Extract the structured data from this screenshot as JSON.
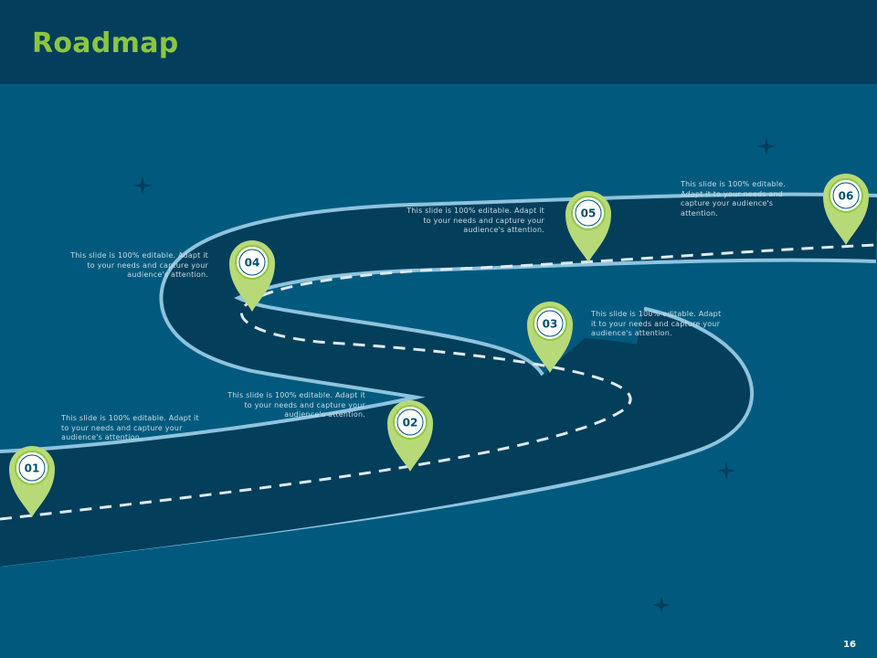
{
  "slide": {
    "title": "Roadmap",
    "page_number": "16"
  },
  "colors": {
    "background": "#015a7e",
    "header": "#033f5c",
    "road": "#033e5b",
    "road_edge": "#8ec3dd",
    "accent": "#8dc63f",
    "pin_green": "#b8d977"
  },
  "milestones": [
    {
      "label": "01",
      "text": "This slide is 100% editable. Adapt it to your needs and capture your audience's attention."
    },
    {
      "label": "02",
      "text": "This slide is 100% editable. Adapt it to your needs and capture your audience's attention."
    },
    {
      "label": "03",
      "text": "This slide is 100% editable. Adapt it to your needs and capture your audience's attention."
    },
    {
      "label": "04",
      "text": "This slide is 100% editable. Adapt it to your needs and capture your audience's attention."
    },
    {
      "label": "05",
      "text": "This slide is 100% editable. Adapt it to your needs and capture your audience's attention."
    },
    {
      "label": "06",
      "text": "This slide is 100% editable. Adapt it to your needs and capture your audience's attention."
    }
  ]
}
